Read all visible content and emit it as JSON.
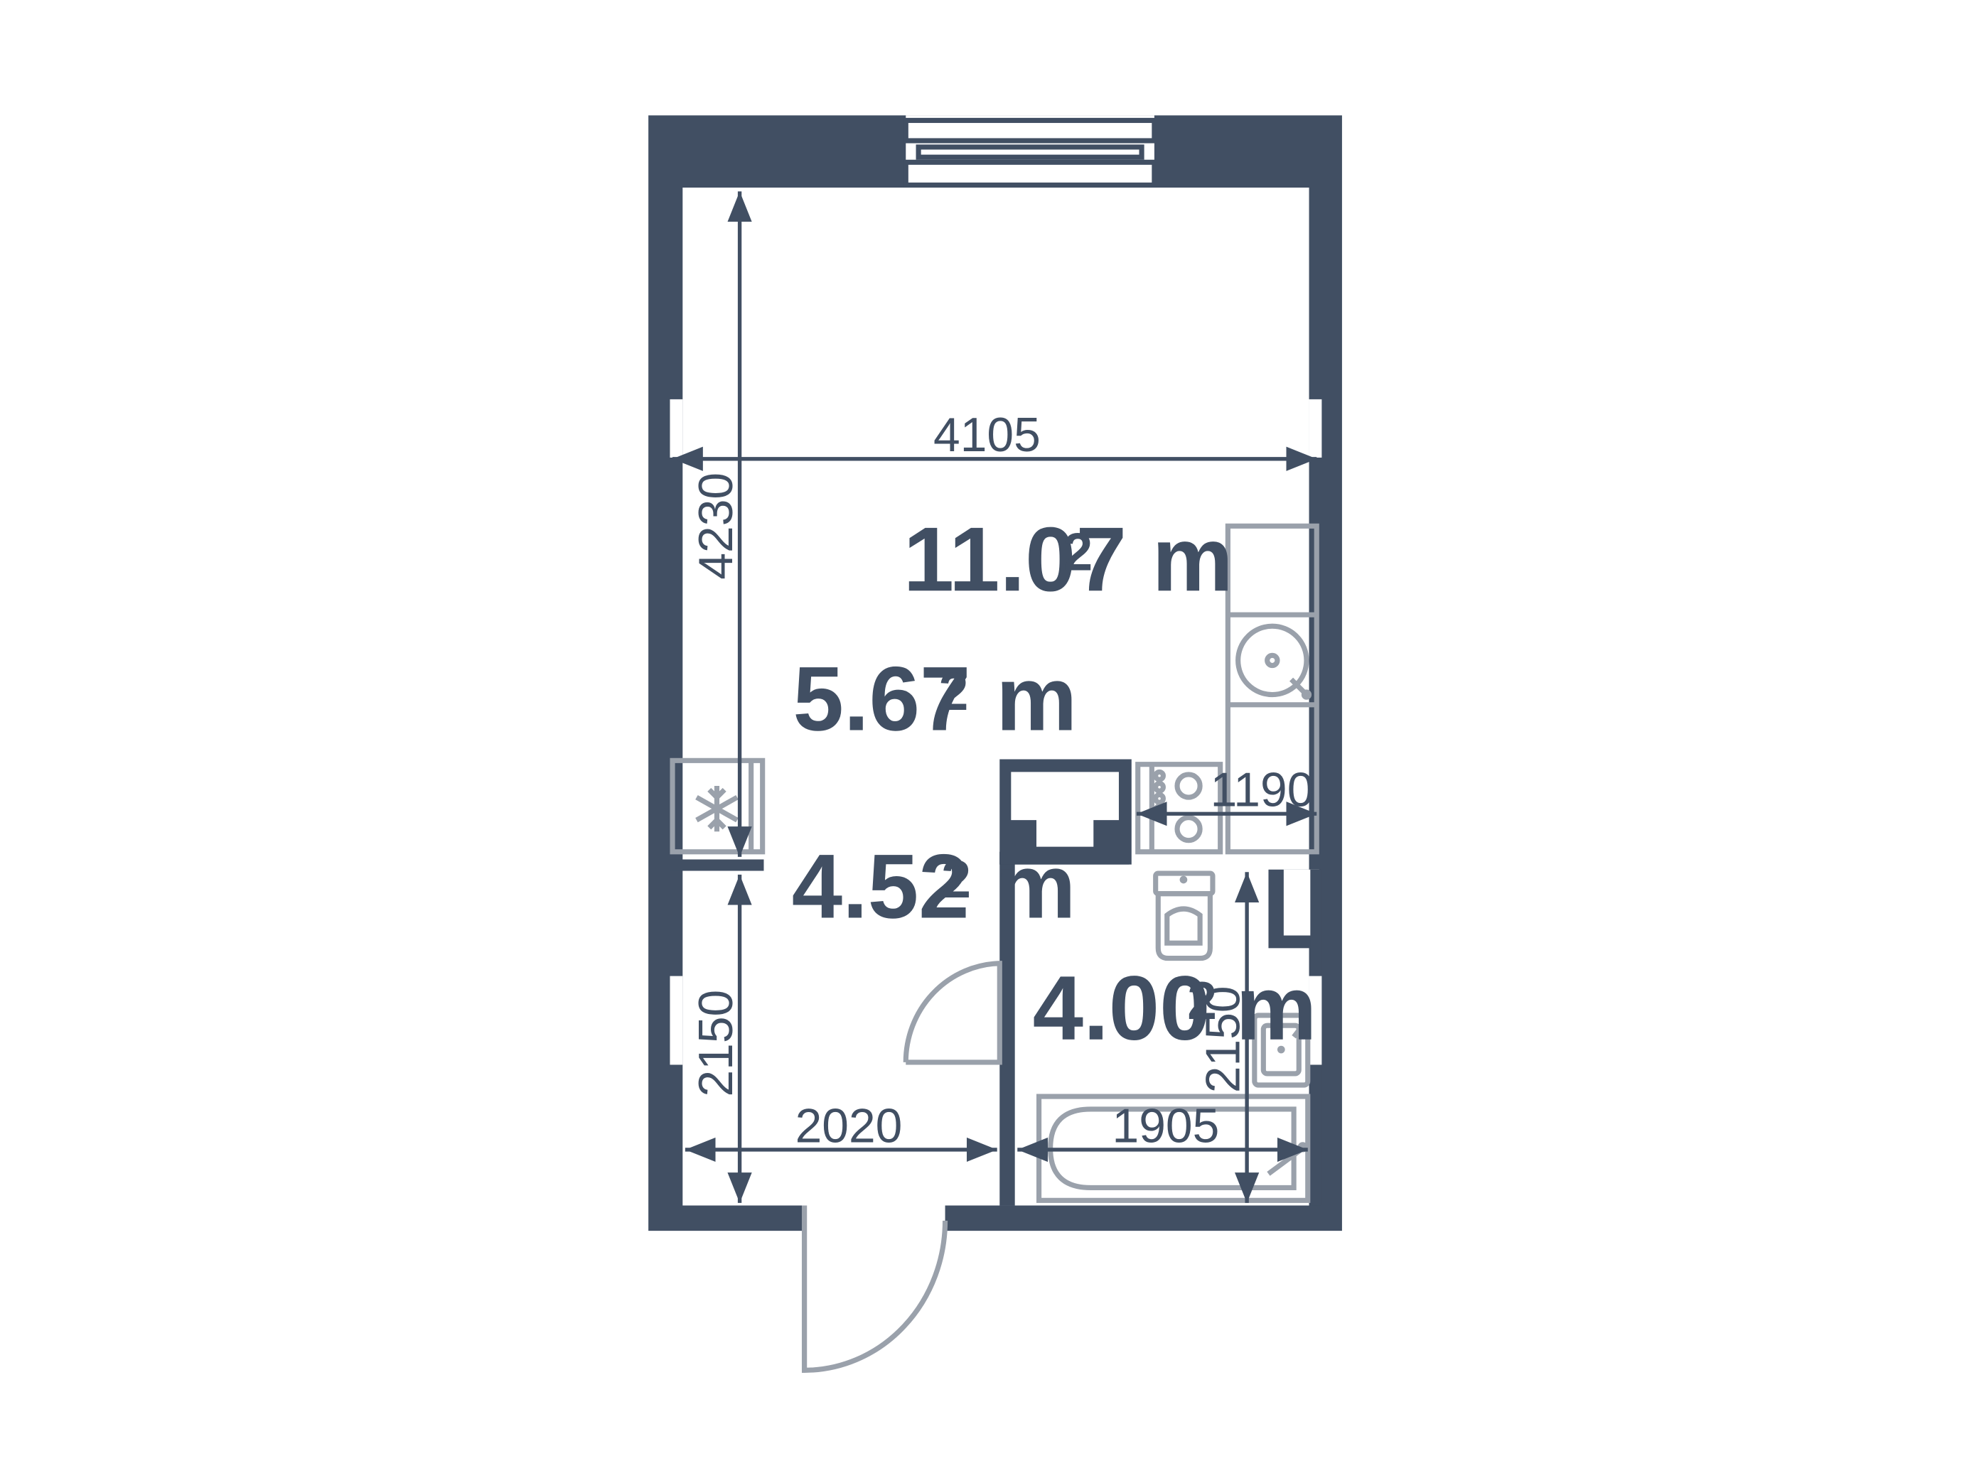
{
  "plan": {
    "colors": {
      "wall": "#414f63",
      "fixture": "#9aa1ab",
      "background": "#ffffff"
    },
    "areas": {
      "main_room": {
        "value": "11.07 m",
        "sup": "2"
      },
      "kitchen": {
        "value": "5.67 m",
        "sup": "2"
      },
      "hallway": {
        "value": "4.52 m",
        "sup": "2"
      },
      "bathroom": {
        "value": "4.00 m",
        "sup": "2"
      }
    },
    "dimensions": {
      "room_width": "4105",
      "room_depth": "4230",
      "kitchen_counter": "1190",
      "hall_depth": "2150",
      "hall_width": "2020",
      "bath_width": "1905",
      "bath_depth": "2150"
    },
    "icons": [
      "snowflake-icon",
      "sink-icon",
      "stove-icon",
      "toilet-icon",
      "bathtub-icon",
      "washbasin-icon"
    ]
  }
}
